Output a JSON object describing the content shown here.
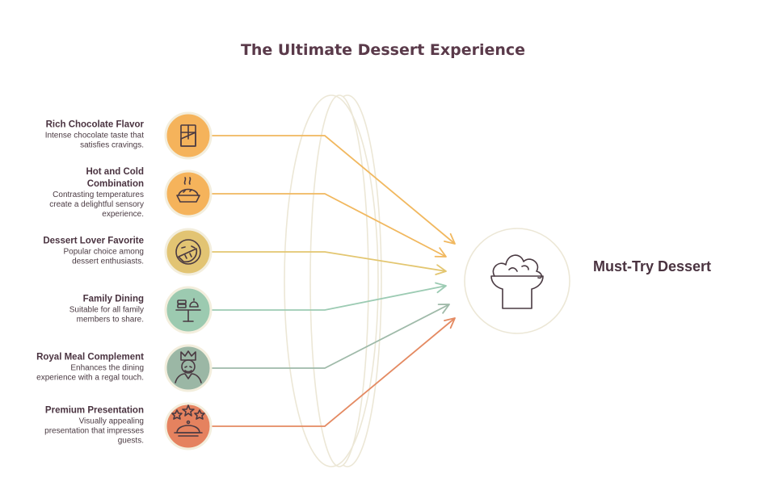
{
  "title": "The Ultimate Dessert Experience",
  "target": {
    "label": "Must-Try Dessert",
    "icon": "ice-cream-cup-icon"
  },
  "items": [
    {
      "id": "rich-chocolate-flavor",
      "title_lines": [
        "Rich Chocolate Flavor"
      ],
      "desc_lines": [
        "Intense chocolate taste that",
        "satisfies cravings."
      ],
      "icon": "chocolate-bar-icon",
      "color": "#f5b35b",
      "line_color": "#f1b85f"
    },
    {
      "id": "hot-and-cold-combination",
      "title_lines": [
        "Hot and Cold",
        "Combination"
      ],
      "desc_lines": [
        "Contrasting temperatures",
        "create a delightful sensory",
        "experience."
      ],
      "icon": "pie-dish-icon",
      "color": "#f5b35b",
      "line_color": "#f1b85f"
    },
    {
      "id": "dessert-lover-favorite",
      "title_lines": [
        "Dessert Lover Favorite"
      ],
      "desc_lines": [
        "Popular choice among",
        "dessert enthusiasts."
      ],
      "icon": "smiling-face-eating-icon",
      "color": "#e2c473",
      "line_color": "#e3c670"
    },
    {
      "id": "family-dining",
      "title_lines": [
        "Family Dining"
      ],
      "desc_lines": [
        "Suitable for all family",
        "members to share."
      ],
      "icon": "dining-table-icon",
      "color": "#9ccab0",
      "line_color": "#9ccbb3"
    },
    {
      "id": "royal-meal-complement",
      "title_lines": [
        "Royal Meal Complement"
      ],
      "desc_lines": [
        "Enhances the dining",
        "experience with a regal touch."
      ],
      "icon": "crowned-king-icon",
      "color": "#9bb7a5",
      "line_color": "#9fbaa9"
    },
    {
      "id": "premium-presentation",
      "title_lines": [
        "Premium Presentation"
      ],
      "desc_lines": [
        "Visually appealing",
        "presentation that impresses",
        "guests."
      ],
      "icon": "cloche-stars-icon",
      "color": "#e5825f",
      "line_color": "#e48a62"
    }
  ]
}
